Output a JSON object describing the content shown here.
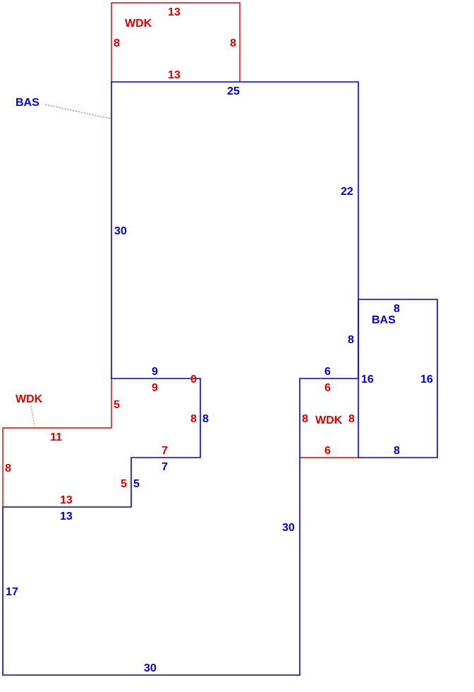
{
  "colors": {
    "bas": "#0000cc",
    "wdk": "#dd0000"
  },
  "areas": [
    {
      "code": "BAS",
      "type": "main-living-area"
    },
    {
      "code": "BAS",
      "type": "right-addition"
    },
    {
      "code": "WDK",
      "type": "top-deck"
    },
    {
      "code": "WDK",
      "type": "left-deck"
    },
    {
      "code": "WDK",
      "type": "right-deck"
    }
  ],
  "labels": {
    "bas_main": "BAS",
    "bas_right": "BAS",
    "wdk_top": "WDK",
    "wdk_left": "WDK",
    "wdk_right": "WDK"
  },
  "dimensions": {
    "wdk_top_top": "13",
    "wdk_top_left": "8",
    "wdk_top_right": "8",
    "wdk_top_bottom": "13",
    "bas_top": "25",
    "bas_right_upper": "22",
    "bas_left": "30",
    "bas_right_step": "8",
    "bas_inner_top_blue": "9",
    "wdk_inner_top_red": "9",
    "wdk_corner_red": "0",
    "wdk_left_5": "5",
    "wdk_inner_right_red": "8",
    "bas_inner_right_blue": "8",
    "wdk_left_11": "11",
    "wdk_step_red_7": "7",
    "bas_step_blue_7": "7",
    "wdk_left_side_8": "8",
    "wdk_step_red_5": "5",
    "bas_step_blue_5": "5",
    "wdk_bottom_red_13": "13",
    "bas_bottom_blue_13": "13",
    "bas_right_30": "30",
    "bas_left_17": "17",
    "bas_bottom_30": "30",
    "bas2_top": "8",
    "bas2_left": "16",
    "bas2_right": "16",
    "bas2_bottom": "8",
    "bas_notch_blue_6": "6",
    "wdk_right_top_6": "6",
    "wdk_right_left_8": "8",
    "wdk_right_right_8": "8",
    "wdk_right_bottom_6": "6"
  }
}
